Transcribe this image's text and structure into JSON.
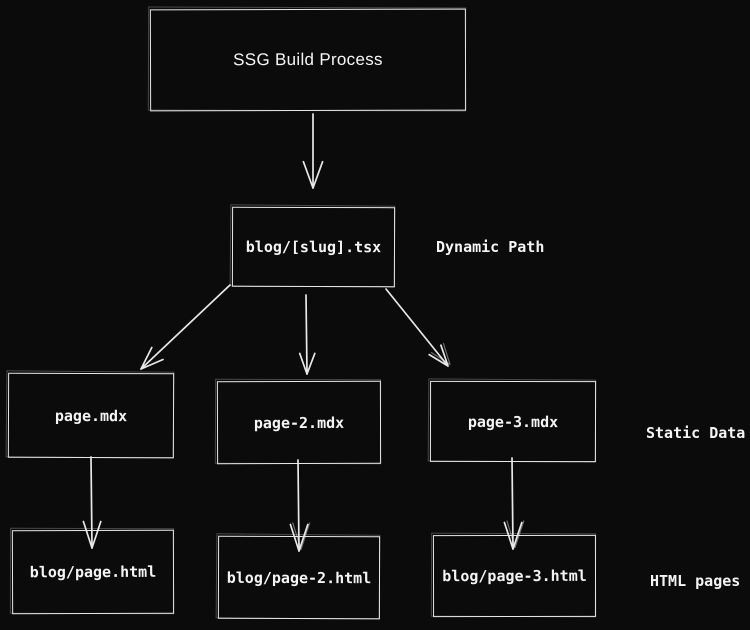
{
  "diagram": {
    "colors": {
      "background": "#0b0b0b",
      "stroke": "#e8e8e8",
      "text": "#f4f4f4"
    },
    "nodes": {
      "root": {
        "label": "SSG Build Process"
      },
      "slug": {
        "label": "blog/[slug].tsx"
      },
      "page1": {
        "label": "page.mdx"
      },
      "page2": {
        "label": "page-2.mdx"
      },
      "page3": {
        "label": "page-3.mdx"
      },
      "html1": {
        "label": "blog/page.html"
      },
      "html2": {
        "label": "blog/page-2.html"
      },
      "html3": {
        "label": "blog/page-3.html"
      }
    },
    "annotations": {
      "dynamic_path": "Dynamic Path",
      "static_data": "Static Data",
      "html_pages": "HTML pages"
    },
    "edges": [
      {
        "from": "root",
        "to": "slug"
      },
      {
        "from": "slug",
        "to": "page1"
      },
      {
        "from": "slug",
        "to": "page2"
      },
      {
        "from": "slug",
        "to": "page3"
      },
      {
        "from": "page1",
        "to": "html1"
      },
      {
        "from": "page2",
        "to": "html2"
      },
      {
        "from": "page3",
        "to": "html3"
      }
    ]
  }
}
